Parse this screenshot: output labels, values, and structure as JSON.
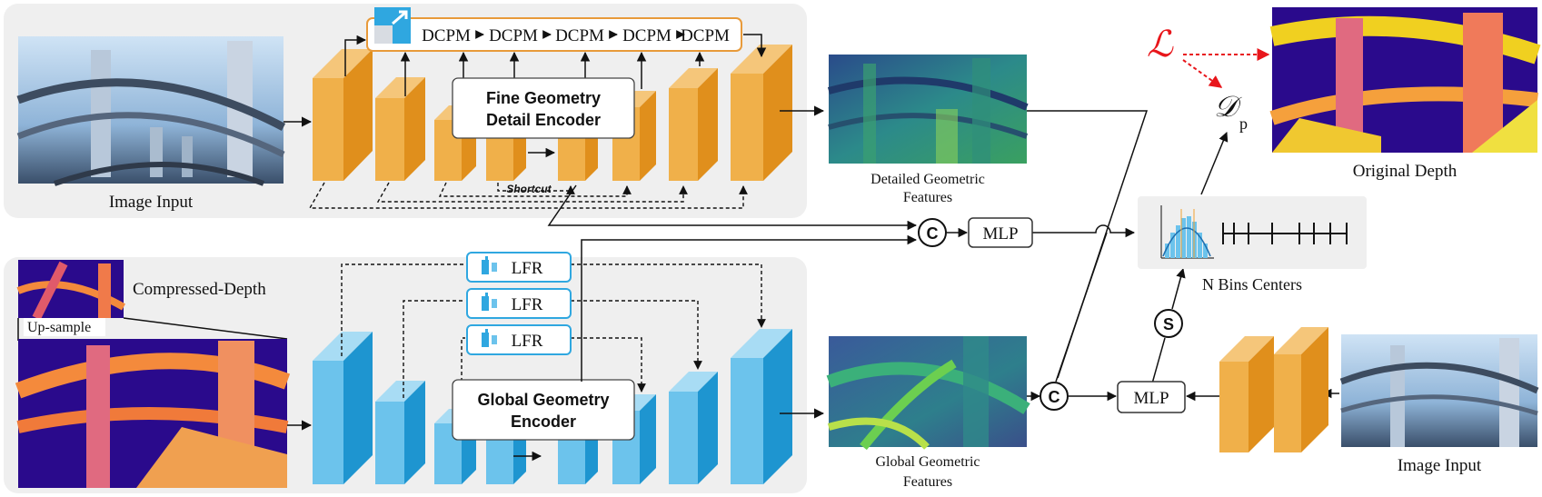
{
  "labels": {
    "image_input_top": "Image Input",
    "image_input_right": "Image Input",
    "compressed_depth": "Compressed-Depth",
    "up_sample": "Up-sample",
    "fine_encoder_line1": "Fine Geometry",
    "fine_encoder_line2": "Detail Encoder",
    "global_encoder_line1": "Global Geometry",
    "global_encoder_line2": "Encoder",
    "shortcut": "Shortcut",
    "detailed_features_line1": "Detailed Geometric",
    "detailed_features_line2": "Features",
    "global_features_line1": "Global Geometric",
    "global_features_line2": "Features",
    "original_depth": "Original Depth",
    "n_bins_centers": "N Bins Centers",
    "mlp_top": "MLP",
    "mlp_bottom": "MLP",
    "concat_symbol": "C",
    "split_symbol": "S",
    "loss_symbol": "ℒ",
    "depth_symbol": "𝒟",
    "depth_subscript": "p"
  },
  "dcpm_chain": [
    "DCPM",
    "DCPM",
    "DCPM",
    "DCPM",
    "DCPM"
  ],
  "lfr_blocks": [
    "LFR",
    "LFR",
    "LFR"
  ],
  "colors": {
    "panel_bg": "#efefef",
    "encoder_orange": "#f0a030",
    "encoder_blue": "#2fa7e0",
    "loss_red": "#e8161b",
    "depth_purple": "#2a0a8c",
    "depth_orange": "#f48a3c",
    "features_teal": "#2c8a8a"
  }
}
